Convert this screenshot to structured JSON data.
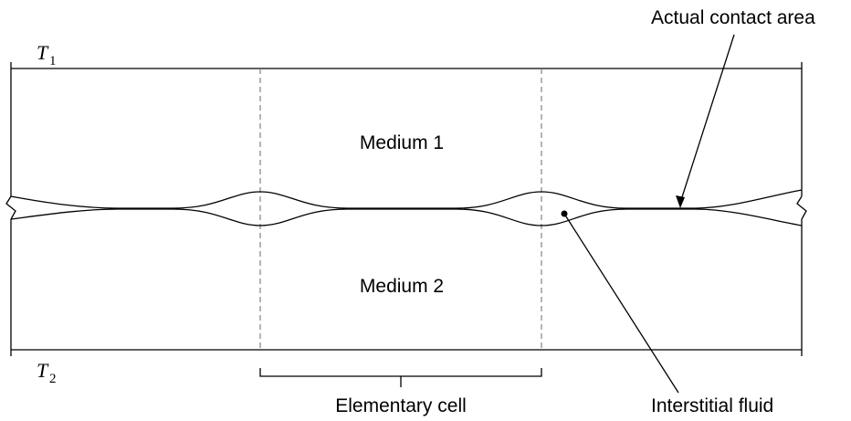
{
  "labels": {
    "t1": "T",
    "t1_sub": "1",
    "t2": "T",
    "t2_sub": "2",
    "medium1": "Medium 1",
    "medium2": "Medium 2",
    "contact": "Actual contact area",
    "fluid": "Interstitial fluid",
    "cell": "Elementary cell"
  }
}
